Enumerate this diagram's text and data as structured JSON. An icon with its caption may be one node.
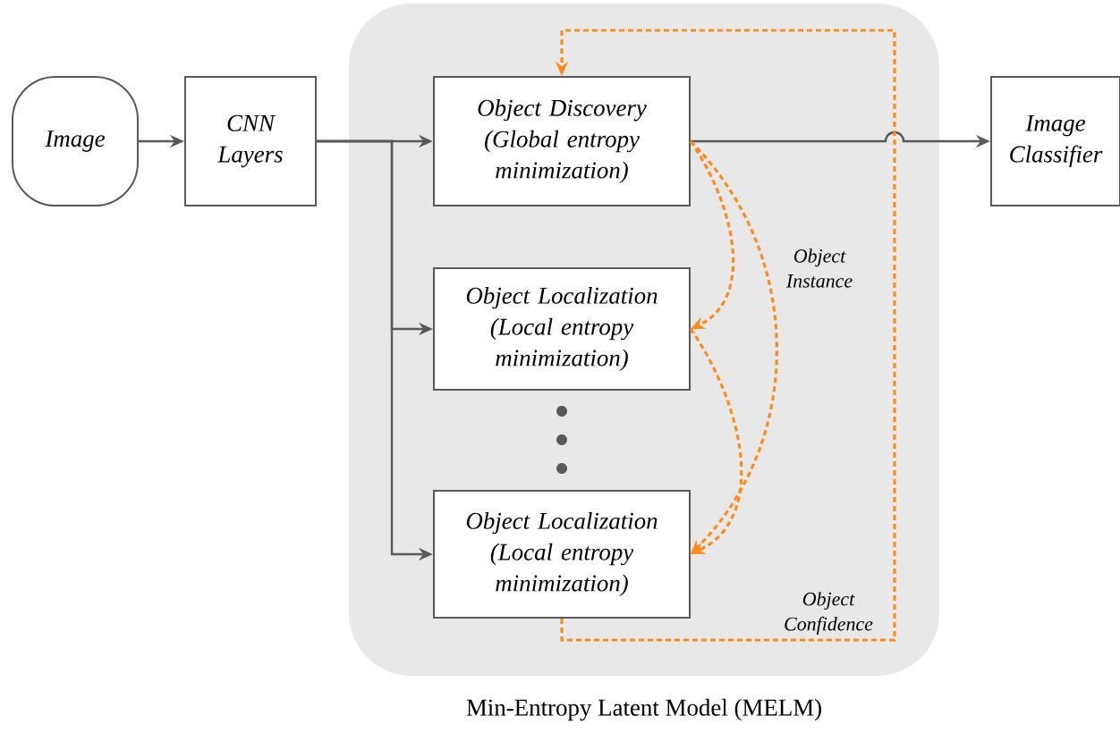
{
  "diagram": {
    "nodes": [
      {
        "text": [
          "Min-Entropy Latent Model (MELM)"
        ]
      },
      {
        "text": [
          "Image"
        ]
      },
      {
        "text": [
          "CNN Layers"
        ]
      },
      {
        "text": [
          "Object Discovery (Global entropy minimization)"
        ],
        "in": 0
      },
      {
        "text": [
          "Object Localization (Local entropy minimization)"
        ],
        "in": 0
      },
      {
        "text": [
          "Object Localization (Local entropy minimization)"
        ],
        "in": 0
      },
      {
        "text": [
          "Image Classifier"
        ]
      }
    ],
    "edges": [
      {
        "from": 1,
        "to": 2,
        "arrow": "to"
      },
      {
        "from": 2,
        "to": 3,
        "arrow": "to"
      },
      {
        "from": 2,
        "to": 4,
        "arrow": "to"
      },
      {
        "from": 2,
        "to": 5,
        "arrow": "to"
      },
      {
        "from": 3,
        "to": 6,
        "arrow": "to"
      },
      {
        "from": 3,
        "to": 4,
        "arrow": "to",
        "style": "dashed",
        "color": "#ff8c1a"
      },
      {
        "from": 3,
        "to": 5,
        "arrow": "to",
        "style": "dashed",
        "color": "#ff8c1a"
      },
      {
        "from": 4,
        "to": 5,
        "arrow": "to",
        "style": "dashed",
        "color": "#ff8c1a"
      },
      {
        "from": 5,
        "to": 3,
        "arrow": "to",
        "style": "dashed",
        "color": "#ff8c1a",
        "label": "Object Confidence"
      }
    ],
    "labels": [
      "Object Instance"
    ]
  }
}
